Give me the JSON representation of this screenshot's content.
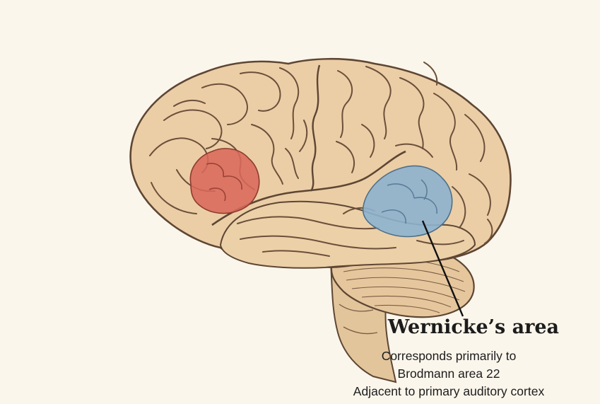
{
  "diagram": {
    "label": {
      "title": "Wernicke’s area",
      "description": [
        "Corresponds primarily to",
        "Brodmann area 22",
        "Adjacent to primary auditory cortex"
      ]
    },
    "colors": {
      "background": "#fbf6ec",
      "brain_fill": "#e8cba2",
      "brain_outline": "#5e4633",
      "highlight_frontal": "#d9695a",
      "highlight_wernicke": "#8db2cf",
      "pointer_line": "#111111"
    }
  }
}
